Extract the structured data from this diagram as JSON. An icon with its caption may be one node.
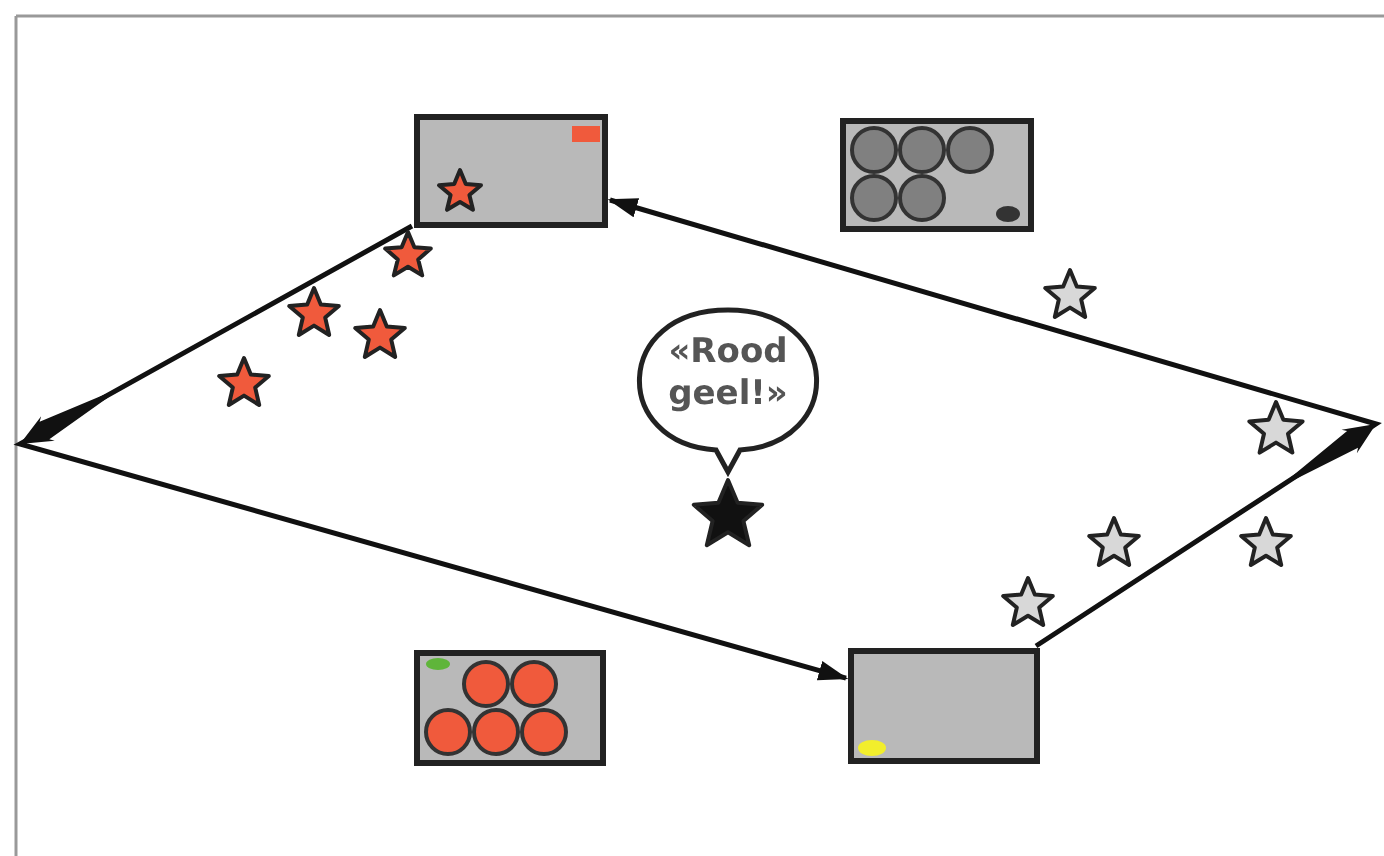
{
  "diagram": {
    "nodes": [
      {
        "text": [],
        "shape": "box"
      },
      {
        "text": [],
        "shape": "box"
      },
      {
        "text": [
          "«Rood geel!»"
        ]
      },
      {
        "text": [],
        "shape": "box"
      },
      {
        "text": [],
        "shape": "box"
      }
    ],
    "edges": [
      {
        "from": 0,
        "to": 4,
        "arrow": "to"
      },
      {
        "from": 4,
        "to": 0,
        "arrow": "to"
      }
    ]
  }
}
